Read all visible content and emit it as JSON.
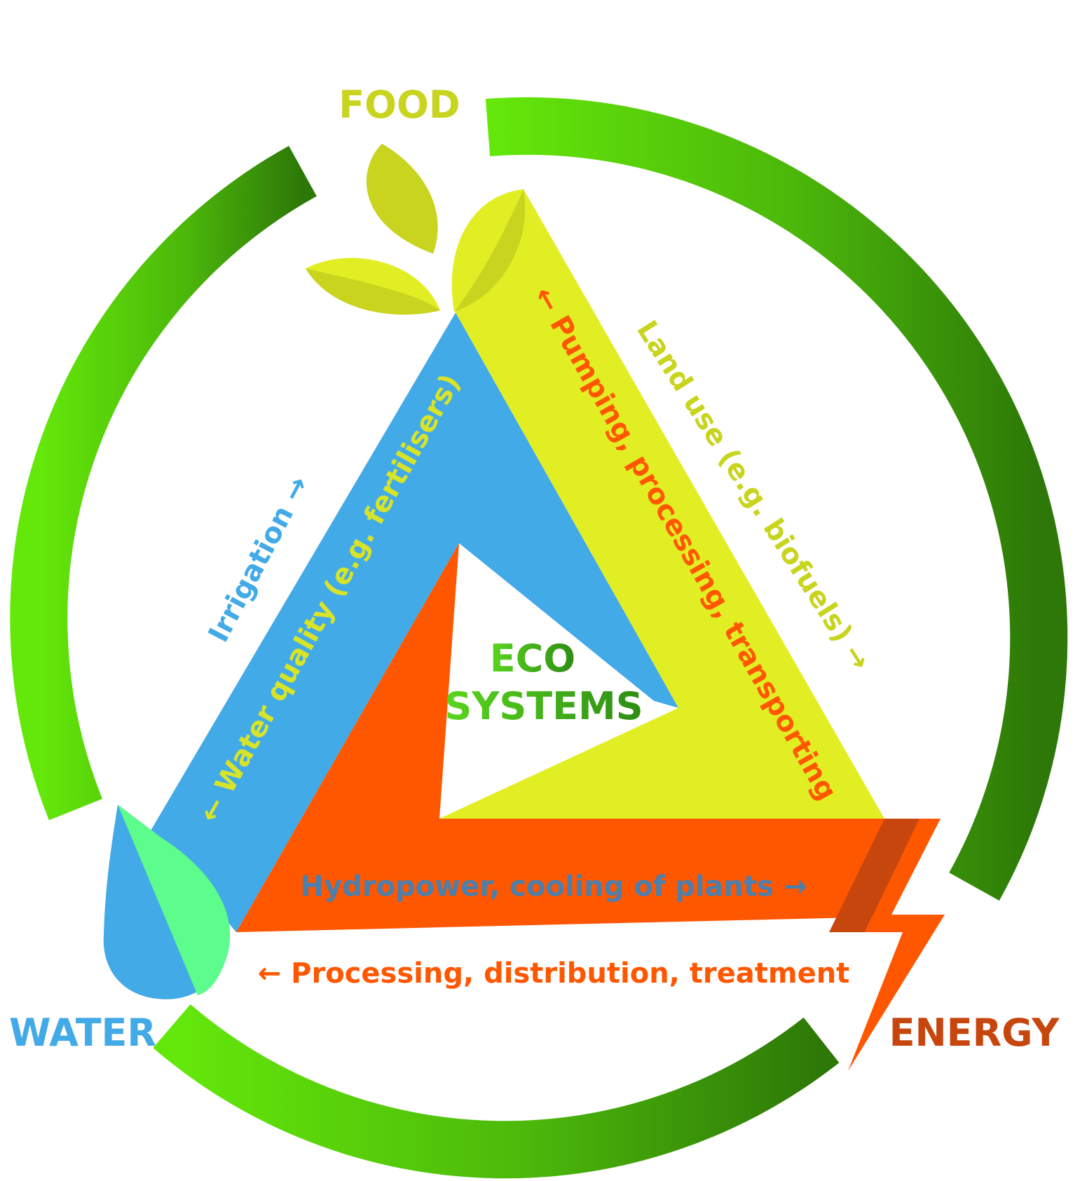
{
  "labels": {
    "food": "FOOD",
    "water": "WATER",
    "energy": "ENERGY",
    "eco_line1": "ECO",
    "eco_line2": "SYSTEMS"
  },
  "flows": {
    "irrigation": "Irrigation →",
    "water_quality": "← Water quality (e.g. fertilisers)",
    "pumping": "← Pumping, processing, transporting",
    "land_use": "Land use (e.g. biofuels) →",
    "hydropower": "Hydropower, cooling of plants →",
    "processing": "← Processing, distribution, treatment"
  },
  "colors": {
    "food": "#c8d41e",
    "water": "#42aae6",
    "energy": "#c7460e",
    "orange": "#ff5700",
    "yellow": "#e2ee24",
    "blue": "#42aae6",
    "mint": "#5cfc8d",
    "eco_green": "#3db81e",
    "ring_light": "#62e60a",
    "ring_dark": "#2e7a08"
  }
}
